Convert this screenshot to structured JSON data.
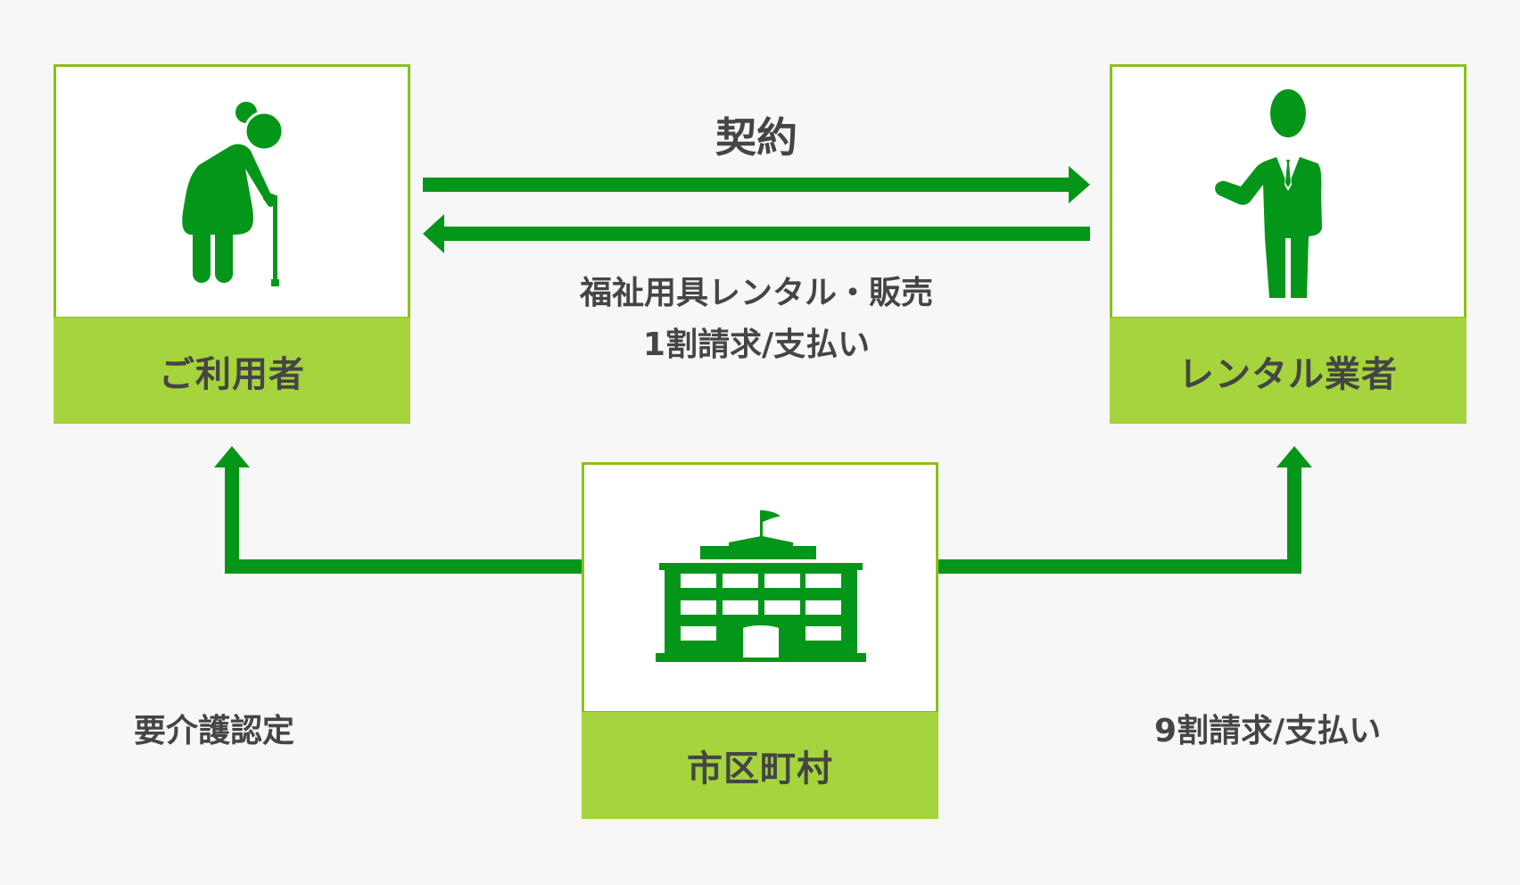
{
  "diagram": {
    "nodes": {
      "user": {
        "label": "ご利用者",
        "icon": "elderly-person-with-cane-icon"
      },
      "vendor": {
        "label": "レンタル業者",
        "icon": "businessman-icon"
      },
      "city": {
        "label": "市区町村",
        "icon": "city-hall-building-icon"
      }
    },
    "edges": {
      "contract": {
        "label": "契約",
        "from": "user",
        "to": "vendor"
      },
      "rental": {
        "line1": "福祉用具レンタル・販売",
        "line2": "1割請求/支払い",
        "from": "vendor",
        "to": "user"
      },
      "certification": {
        "label": "要介護認定",
        "from": "city",
        "to": "user"
      },
      "nine_tenths": {
        "label": "9割請求/支払い",
        "from": "city",
        "to": "vendor"
      }
    },
    "colors": {
      "background": "#f7f7f7",
      "arrow_green": "#049619",
      "label_band": "#a5d43c",
      "card_border": "#8cbf1a",
      "text": "#454545"
    }
  }
}
